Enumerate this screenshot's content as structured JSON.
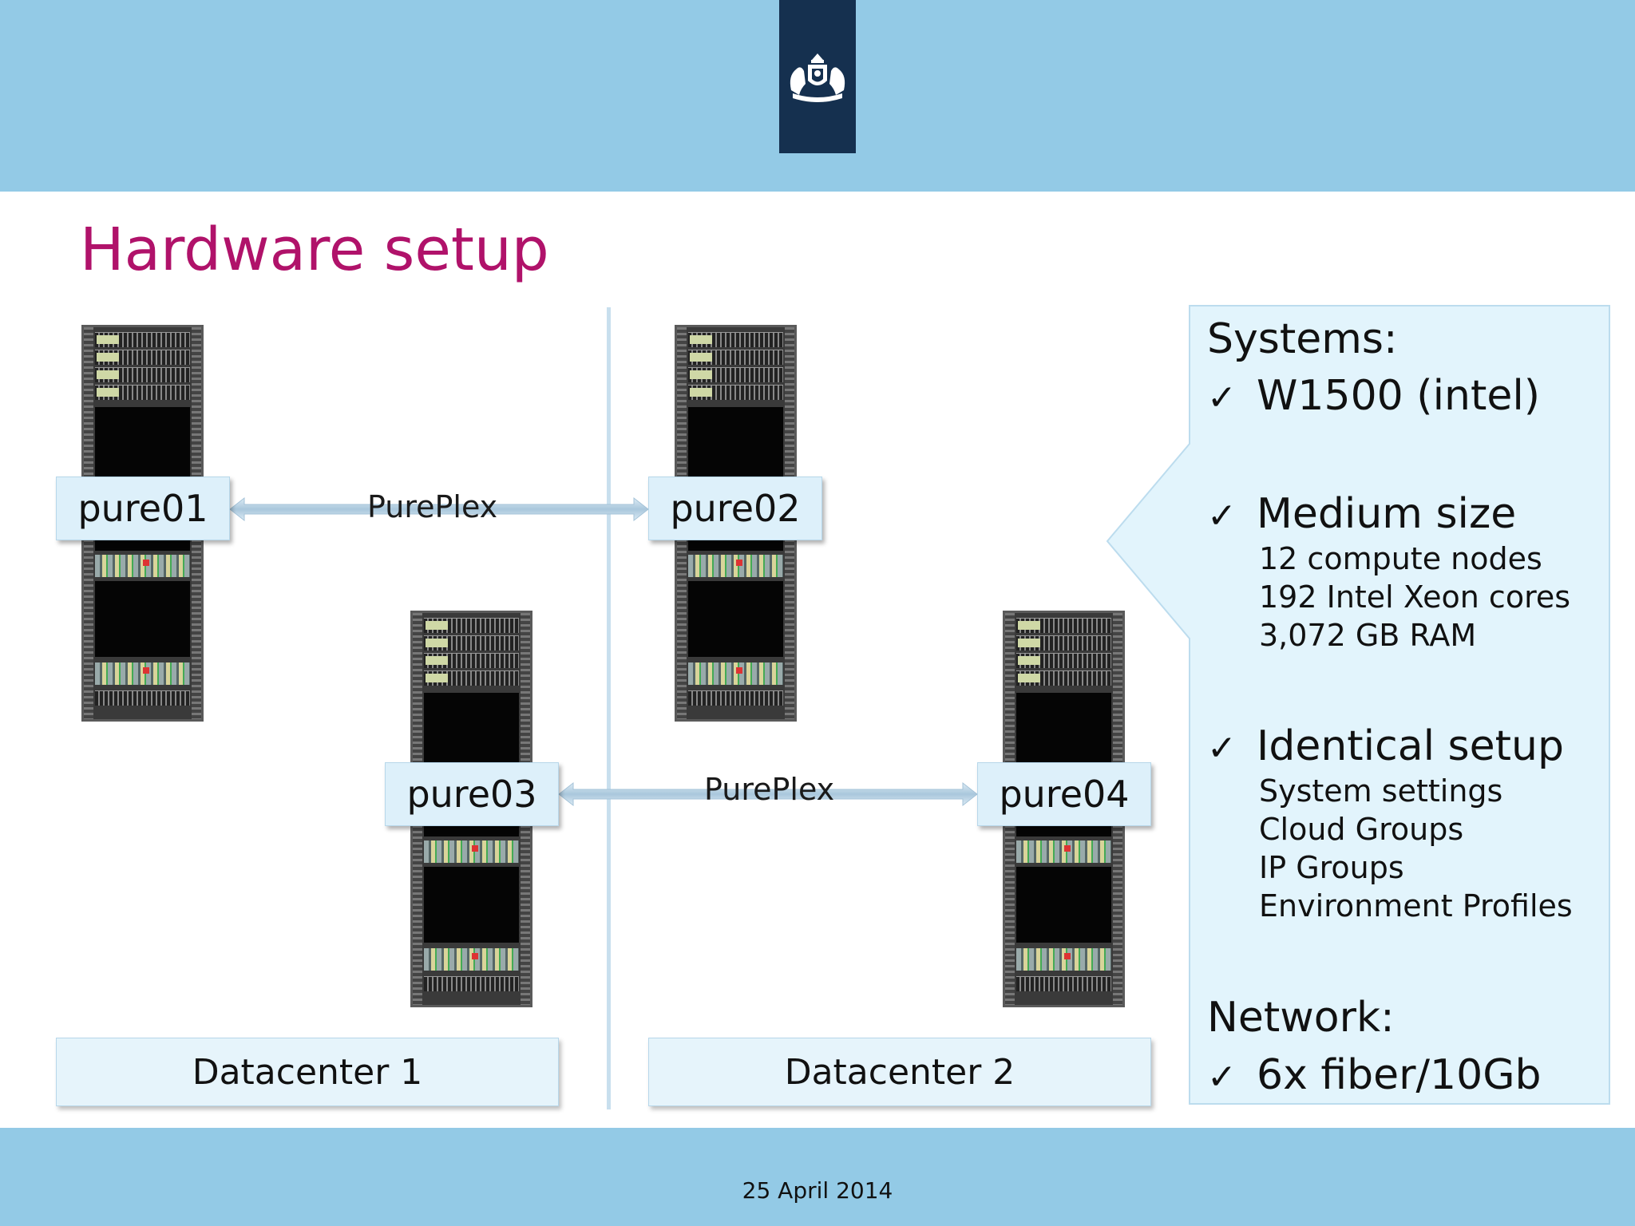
{
  "slide": {
    "title": "Hardware setup",
    "date": "25 April 2014"
  },
  "nodes": [
    {
      "label": "pure01"
    },
    {
      "label": "pure02"
    },
    {
      "label": "pure03"
    },
    {
      "label": "pure04"
    }
  ],
  "links": [
    {
      "label": "PurePlex",
      "from": "pure01",
      "to": "pure02"
    },
    {
      "label": "PurePlex",
      "from": "pure03",
      "to": "pure04"
    }
  ],
  "datacenters": [
    {
      "label": "Datacenter 1"
    },
    {
      "label": "Datacenter 2"
    }
  ],
  "panel": {
    "systems_heading": "Systems:",
    "items": [
      {
        "check": "✓",
        "label": "W1500 (intel)",
        "details": []
      },
      {
        "check": "✓",
        "label": "Medium size",
        "details": [
          "12 compute nodes",
          "192 Intel Xeon cores",
          "3,072 GB RAM"
        ]
      },
      {
        "check": "✓",
        "label": "Identical setup",
        "details": [
          "System settings",
          "Cloud Groups",
          "IP Groups",
          "Environment Profiles"
        ]
      }
    ],
    "network_heading": "Network:",
    "network_item": {
      "check": "✓",
      "label": "6x fiber/10Gb"
    }
  },
  "colors": {
    "header_band": "#93cae6",
    "logo_box": "#15304f",
    "title": "#b0126a",
    "callout_fill": "#e2f4fc"
  }
}
